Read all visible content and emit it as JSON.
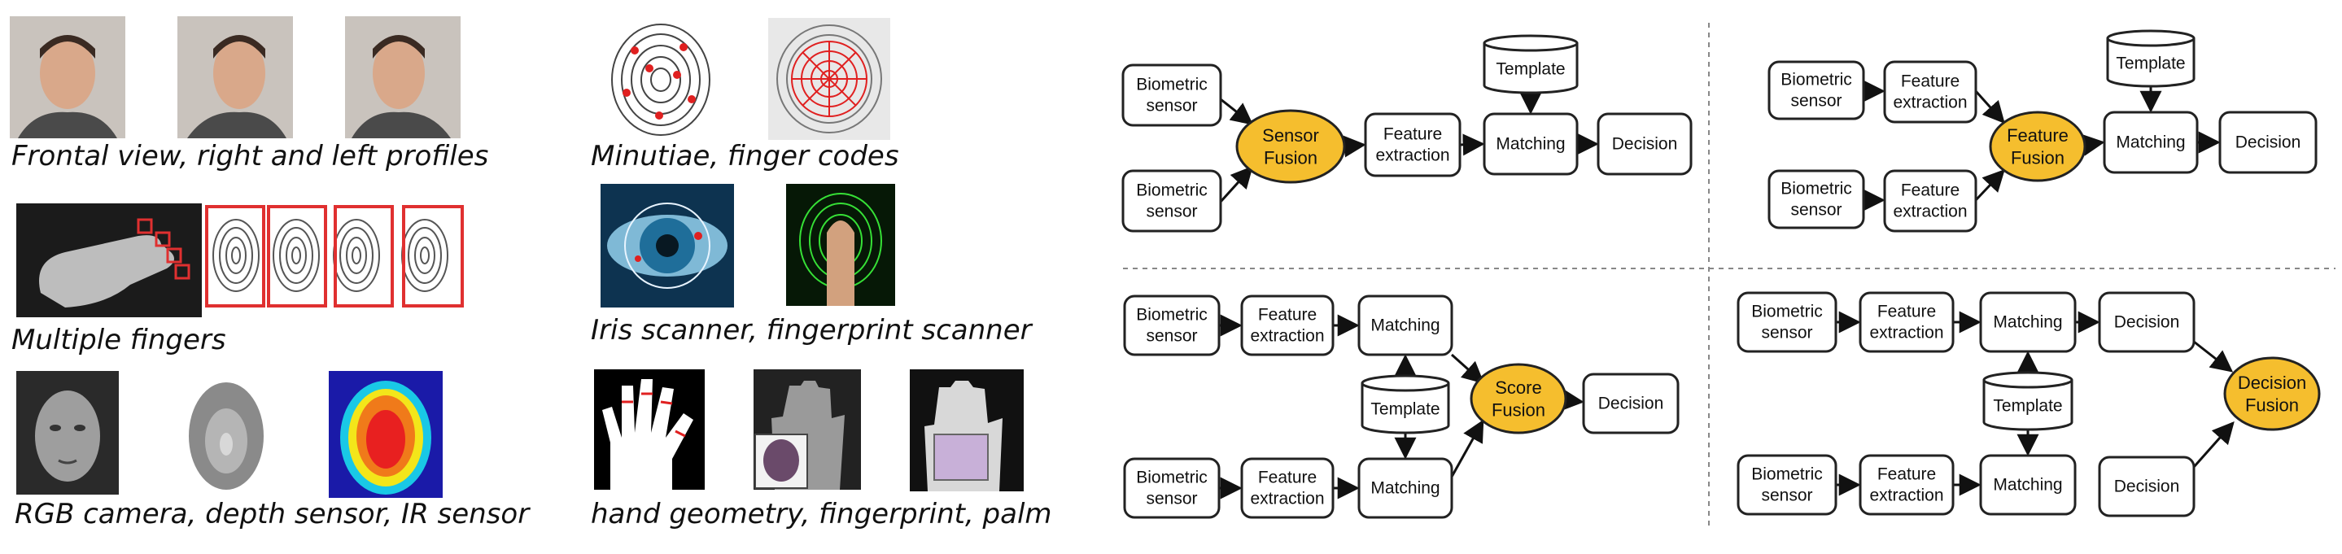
{
  "left_captions": {
    "faces": "Frontal view, right and left profiles",
    "fingers": "Multiple fingers",
    "sensors": "RGB camera, depth sensor, IR sensor",
    "minutiae": "Minutiae, finger codes",
    "scanners": "Iris scanner, fingerprint scanner",
    "hand": "hand geometry, fingerprint, palm"
  },
  "diagram": {
    "biometric_sensor": [
      "Biometric",
      "sensor"
    ],
    "feature_extraction": [
      "Feature",
      "extraction"
    ],
    "matching": "Matching",
    "decision": "Decision",
    "template": "Template",
    "sensor_fusion": [
      "Sensor",
      "Fusion"
    ],
    "feature_fusion": [
      "Feature",
      "Fusion"
    ],
    "score_fusion": [
      "Score",
      "Fusion"
    ],
    "decision_fusion": [
      "Decision",
      "Fusion"
    ]
  },
  "colors": {
    "fusion_fill": "#f5be2e",
    "node_stroke": "#222222",
    "divider": "#888888"
  }
}
